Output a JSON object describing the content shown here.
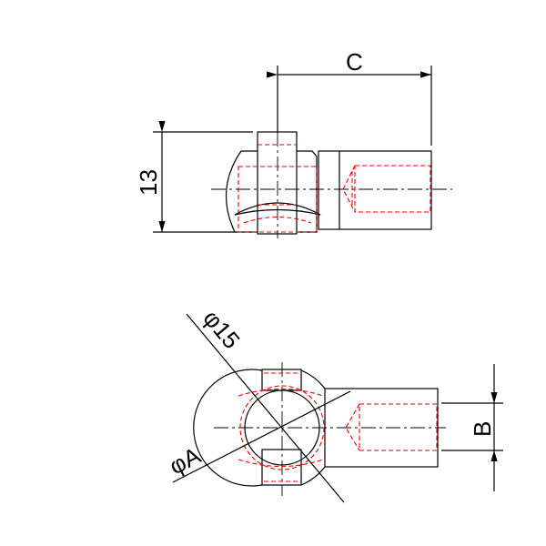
{
  "labels": {
    "c": "C",
    "h13": "13",
    "d15": "φ15",
    "da": "φA",
    "b": "B"
  },
  "colors": {
    "outline": "#000000",
    "hidden": "#e00000"
  }
}
